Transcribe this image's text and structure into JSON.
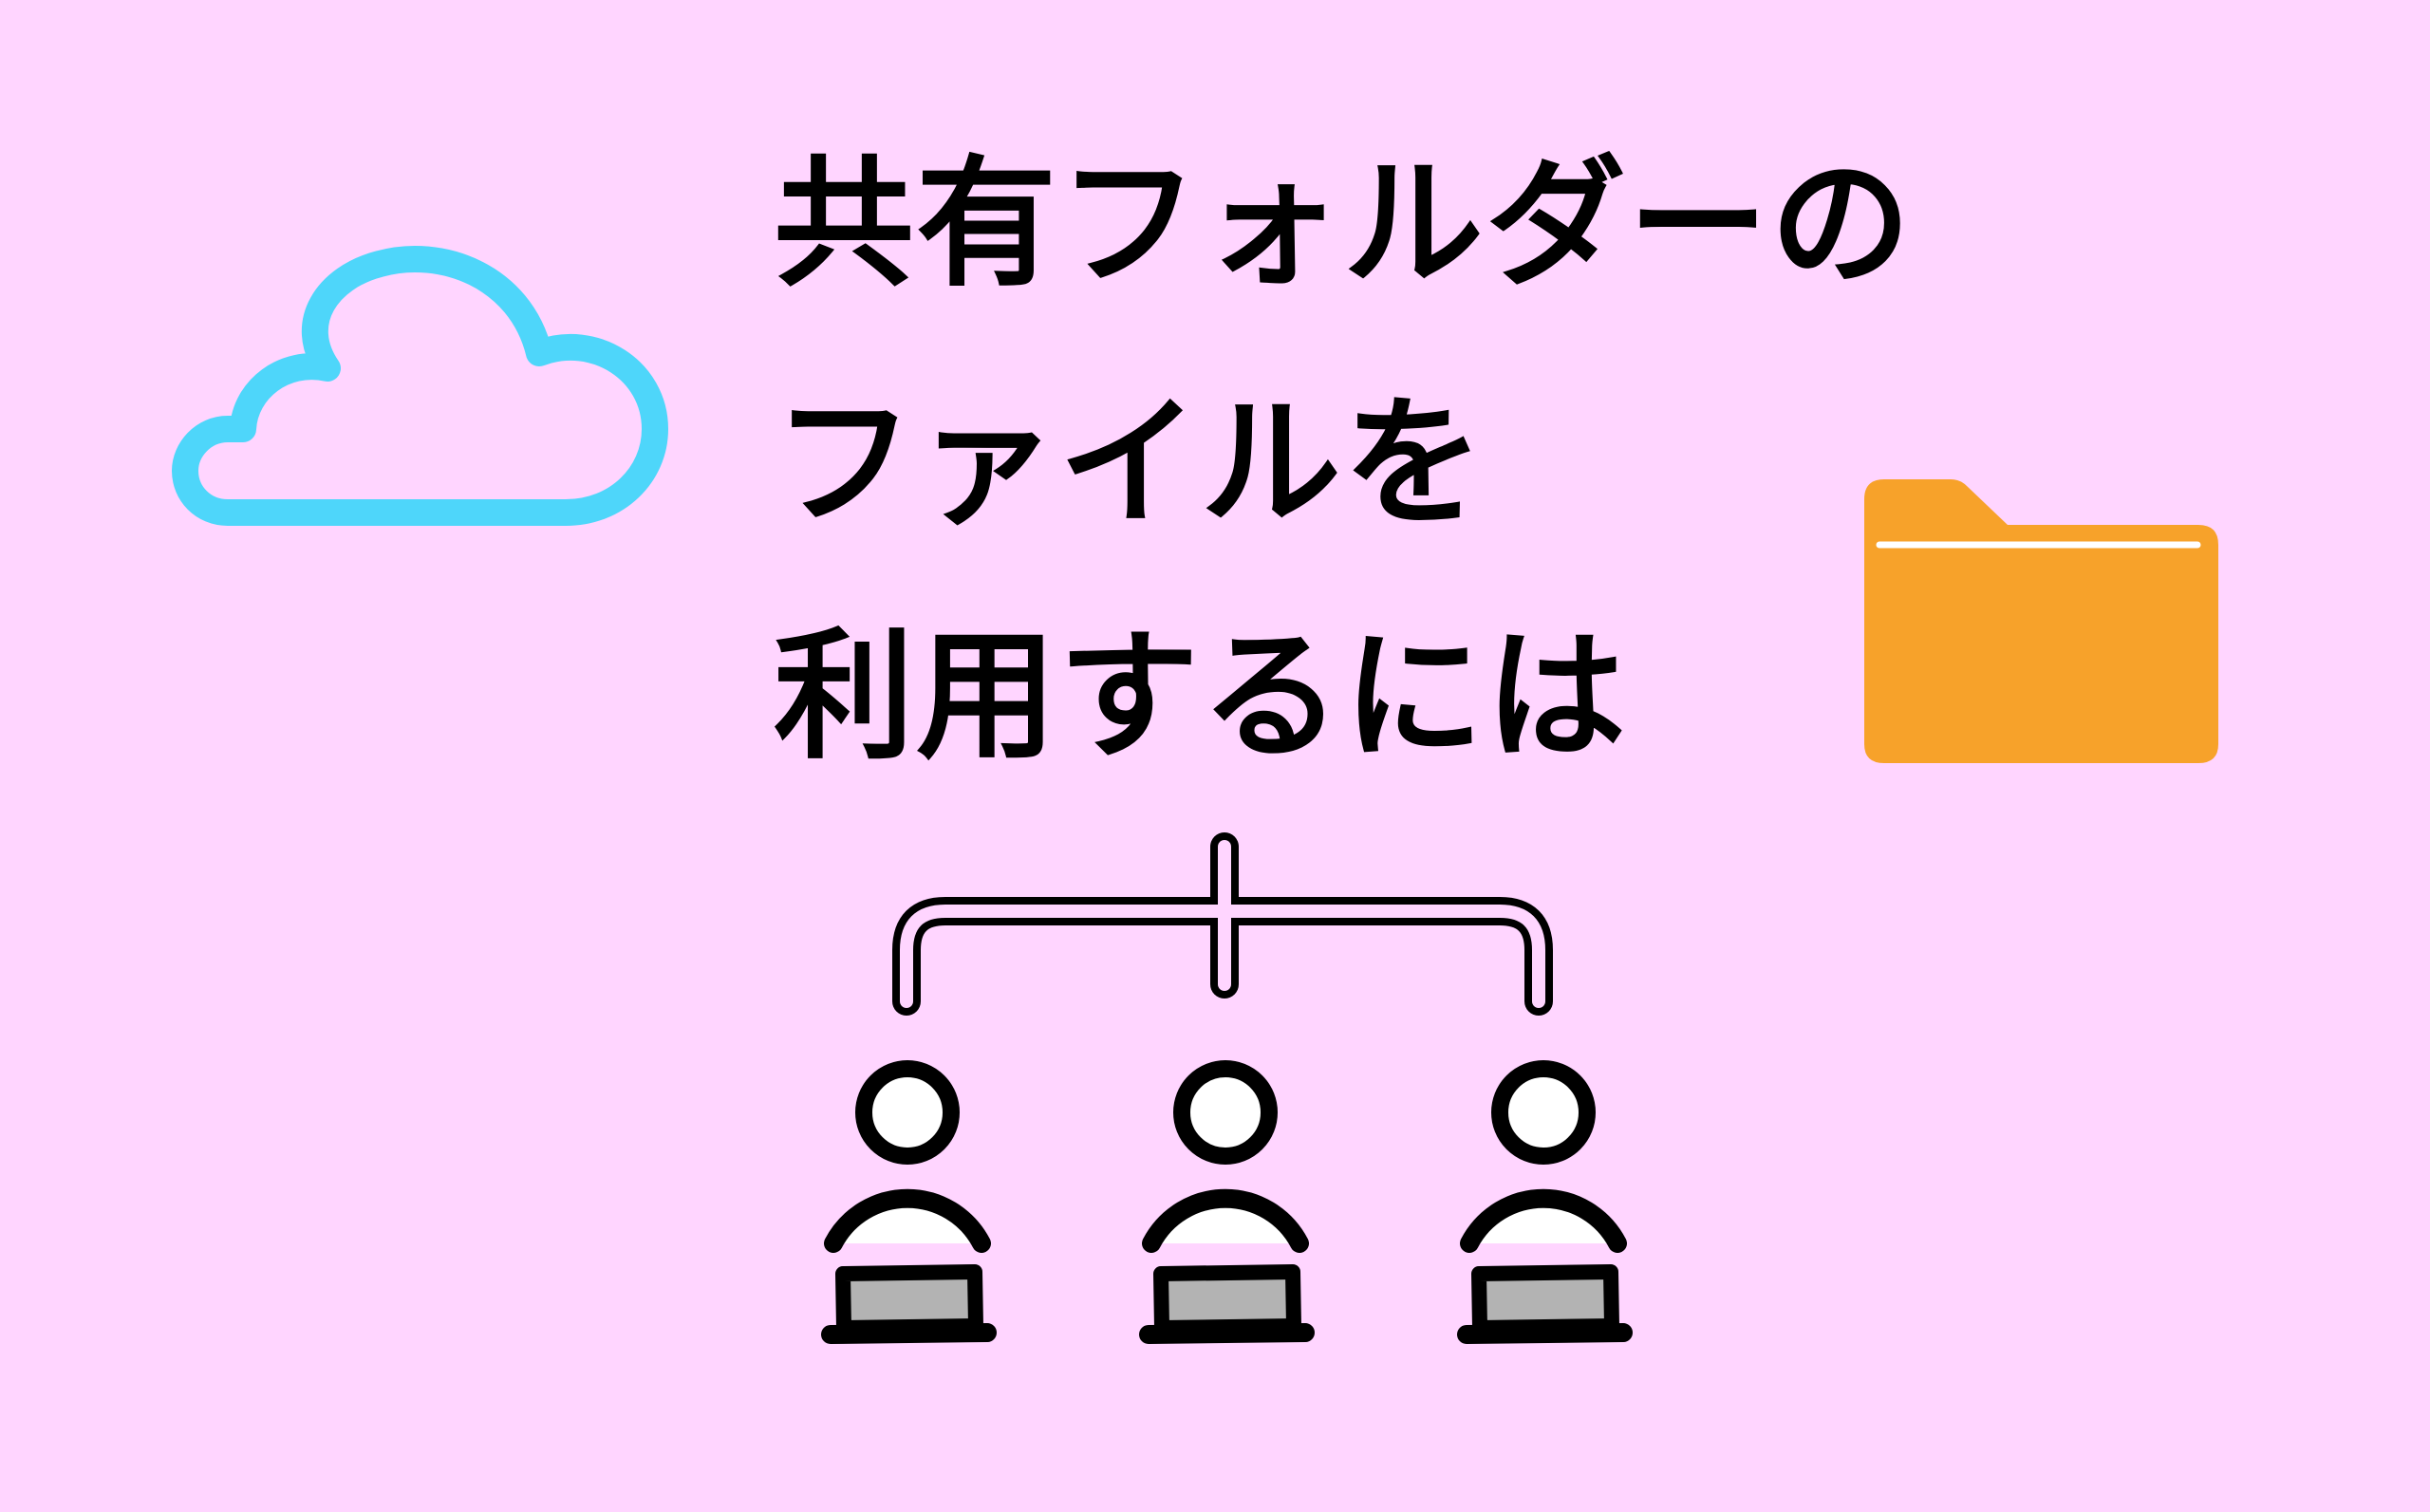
{
  "title": {
    "line1": "共有フォルダーの",
    "line2": "ファイルを",
    "line3": "利用するには"
  },
  "icons": {
    "cloud": "cloud-icon",
    "folder": "folder-icon",
    "branch": "branch-connector-icon",
    "user_at_laptop": "user-at-laptop-icon"
  },
  "users_count": 3,
  "colors": {
    "background": "#FFD5FF",
    "text": "#000000",
    "cloud_outline": "#4ED6FA",
    "folder": "#F7A22A",
    "folder_line": "#FFFFFF",
    "stroke": "#000000",
    "person_fill": "#FFFFFF",
    "laptop_screen": "#B3B3B3"
  }
}
